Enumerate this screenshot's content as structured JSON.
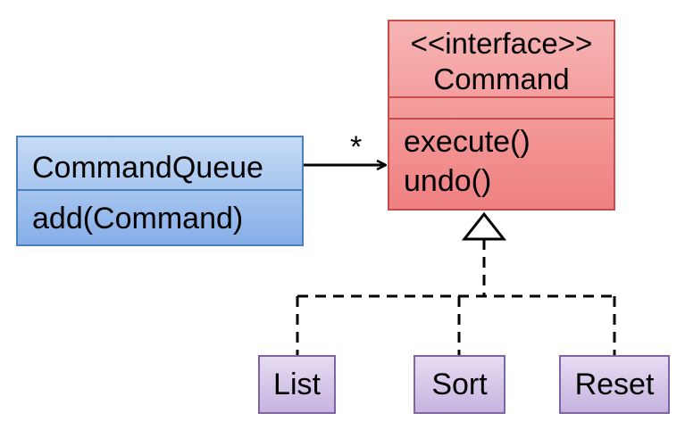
{
  "interface": {
    "stereotype": "<<interface>>",
    "name": "Command",
    "operations": [
      "execute()",
      "undo()"
    ]
  },
  "queue": {
    "name": "CommandQueue",
    "method": "add(Command)"
  },
  "association": {
    "multiplicity": "*"
  },
  "implementations": [
    "List",
    "Sort",
    "Reset"
  ],
  "colors": {
    "interface_fill": "#ef8080",
    "interface_border": "#c94a4a",
    "queue_fill": "#86aee8",
    "queue_border": "#4a7fbf",
    "impl_fill": "#c6b4e0",
    "impl_border": "#8064a2"
  }
}
